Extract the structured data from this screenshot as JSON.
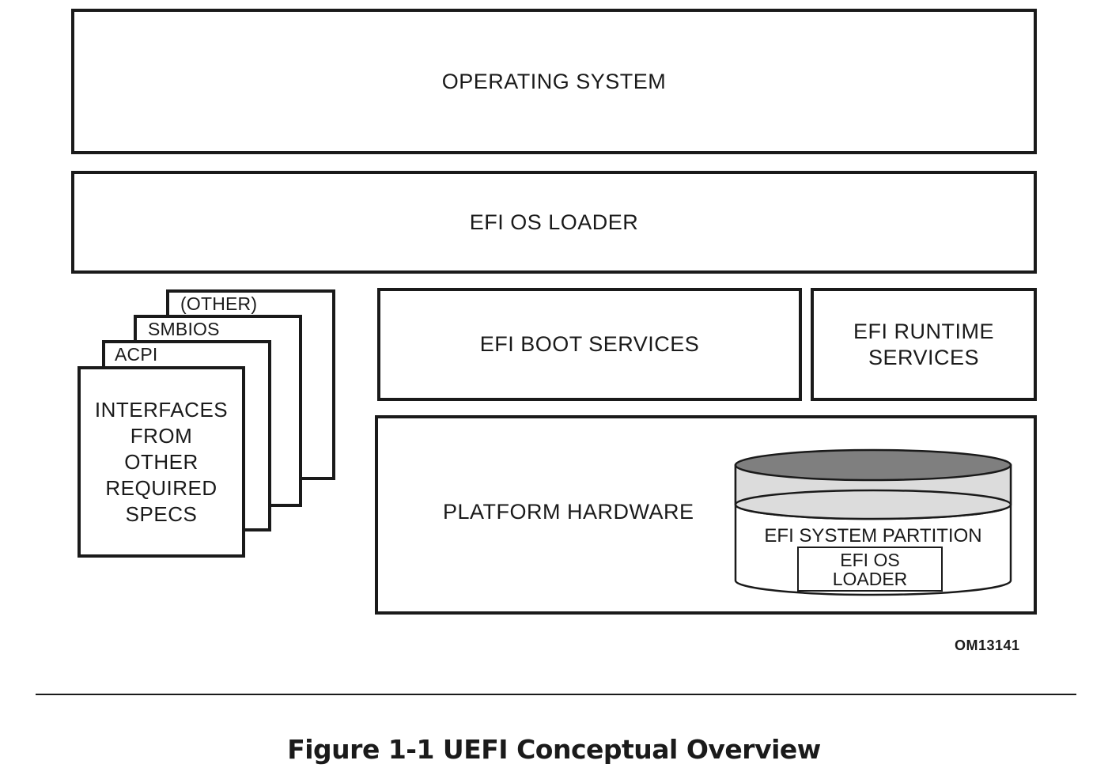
{
  "diagram": {
    "operating_system": "OPERATING SYSTEM",
    "efi_os_loader": "EFI OS LOADER",
    "boot_services": "EFI BOOT SERVICES",
    "runtime_services_line1": "EFI RUNTIME",
    "runtime_services_line2": "SERVICES",
    "platform_hardware": "PLATFORM HARDWARE",
    "system_partition": "EFI SYSTEM PARTITION",
    "partition_loader_line1": "EFI OS",
    "partition_loader_line2": "LOADER",
    "spec_docs": {
      "other": "(OTHER)",
      "smbios": "SMBIOS",
      "acpi": "ACPI",
      "front_lines": [
        "INTERFACES",
        "FROM",
        "OTHER",
        "REQUIRED",
        "SPECS"
      ]
    },
    "figure_code": "OM13141"
  },
  "caption": "Figure 1-1 UEFI Conceptual Overview",
  "colors": {
    "line": "#1a1a1a",
    "disk_top": "#7f7f7f",
    "disk_band": "#dcdcdc"
  }
}
